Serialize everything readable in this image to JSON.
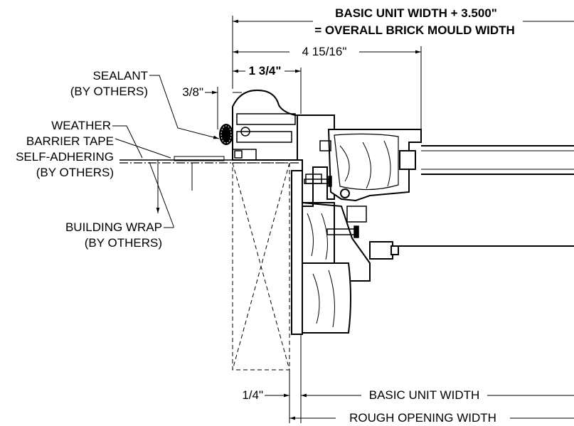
{
  "title_line1": "BASIC UNIT WIDTH + 3.500\"",
  "title_line2": "= OVERALL BRICK MOULD WIDTH",
  "dim_overall_frame": "4 15/16\"",
  "dim_brick_mould": "1 3/4\"",
  "dim_sealant_gap": "3/8\"",
  "dim_shim_gap": "1/4\"",
  "dim_basic_unit": "BASIC UNIT WIDTH",
  "dim_rough_opening": "ROUGH OPENING WIDTH",
  "callout_sealant": [
    "SEALANT",
    "(BY OTHERS)"
  ],
  "callout_weather_barrier": [
    "WEATHER",
    "BARRIER TAPE",
    "SELF-ADHERING",
    "(BY OTHERS)"
  ],
  "callout_building_wrap": [
    "BUILDING WRAP",
    "(BY OTHERS)"
  ],
  "colors": {
    "line": "#000000",
    "background": "#ffffff"
  }
}
